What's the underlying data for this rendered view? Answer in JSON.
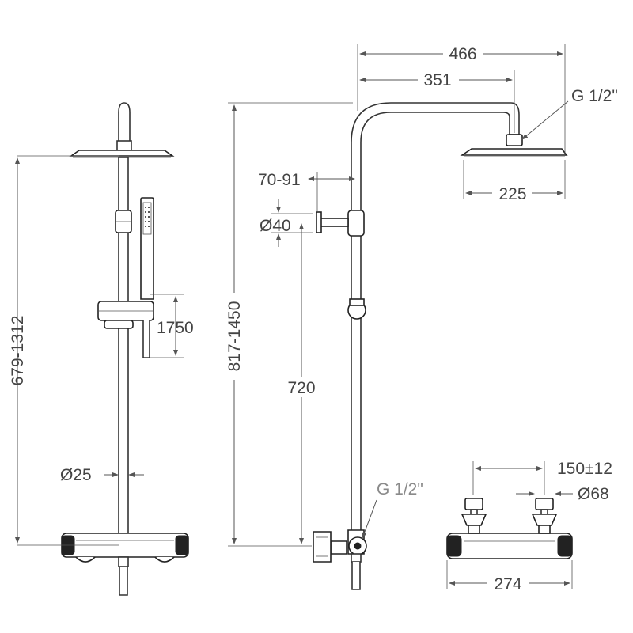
{
  "drawing": {
    "front_view": {
      "total_height_label": "679-1312",
      "hand_shower_label": "1750",
      "pipe_diameter_label": "Ø25"
    },
    "side_view": {
      "arm_length_label": "466",
      "head_offset_label": "351",
      "head_thread_label": "G 1/2\"",
      "head_diameter_label": "225",
      "wall_offset_label": "70-91",
      "bracket_diameter_label": "Ø40",
      "total_height_label": "817-1450",
      "bracket_height_label": "720",
      "inlet_thread_label": "G 1/2\""
    },
    "mixer_view": {
      "center_distance_label": "150±12",
      "cover_diameter_label": "Ø68",
      "body_length_label": "274"
    }
  }
}
